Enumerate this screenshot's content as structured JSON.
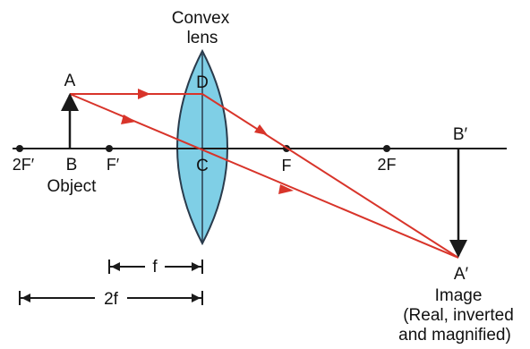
{
  "title": {
    "line1": "Convex",
    "line2": "lens"
  },
  "points": {
    "A": "A",
    "B": "B",
    "D": "D",
    "C": "C",
    "F_left": "F′",
    "F_right": "F",
    "two_F_left": "2F′",
    "two_F_right": "2F",
    "B_prime": "B′",
    "A_prime": "A′"
  },
  "labels": {
    "object": "Object",
    "image": "Image",
    "image_desc_line1": "(Real, inverted",
    "image_desc_line2": "and magnified)",
    "f": "f",
    "two_f": "2f"
  },
  "colors": {
    "ray": "#d8342a",
    "lens_fill": "#7fcfe6",
    "lens_stroke": "#2a3b4c",
    "axis": "#1a1a1a"
  }
}
